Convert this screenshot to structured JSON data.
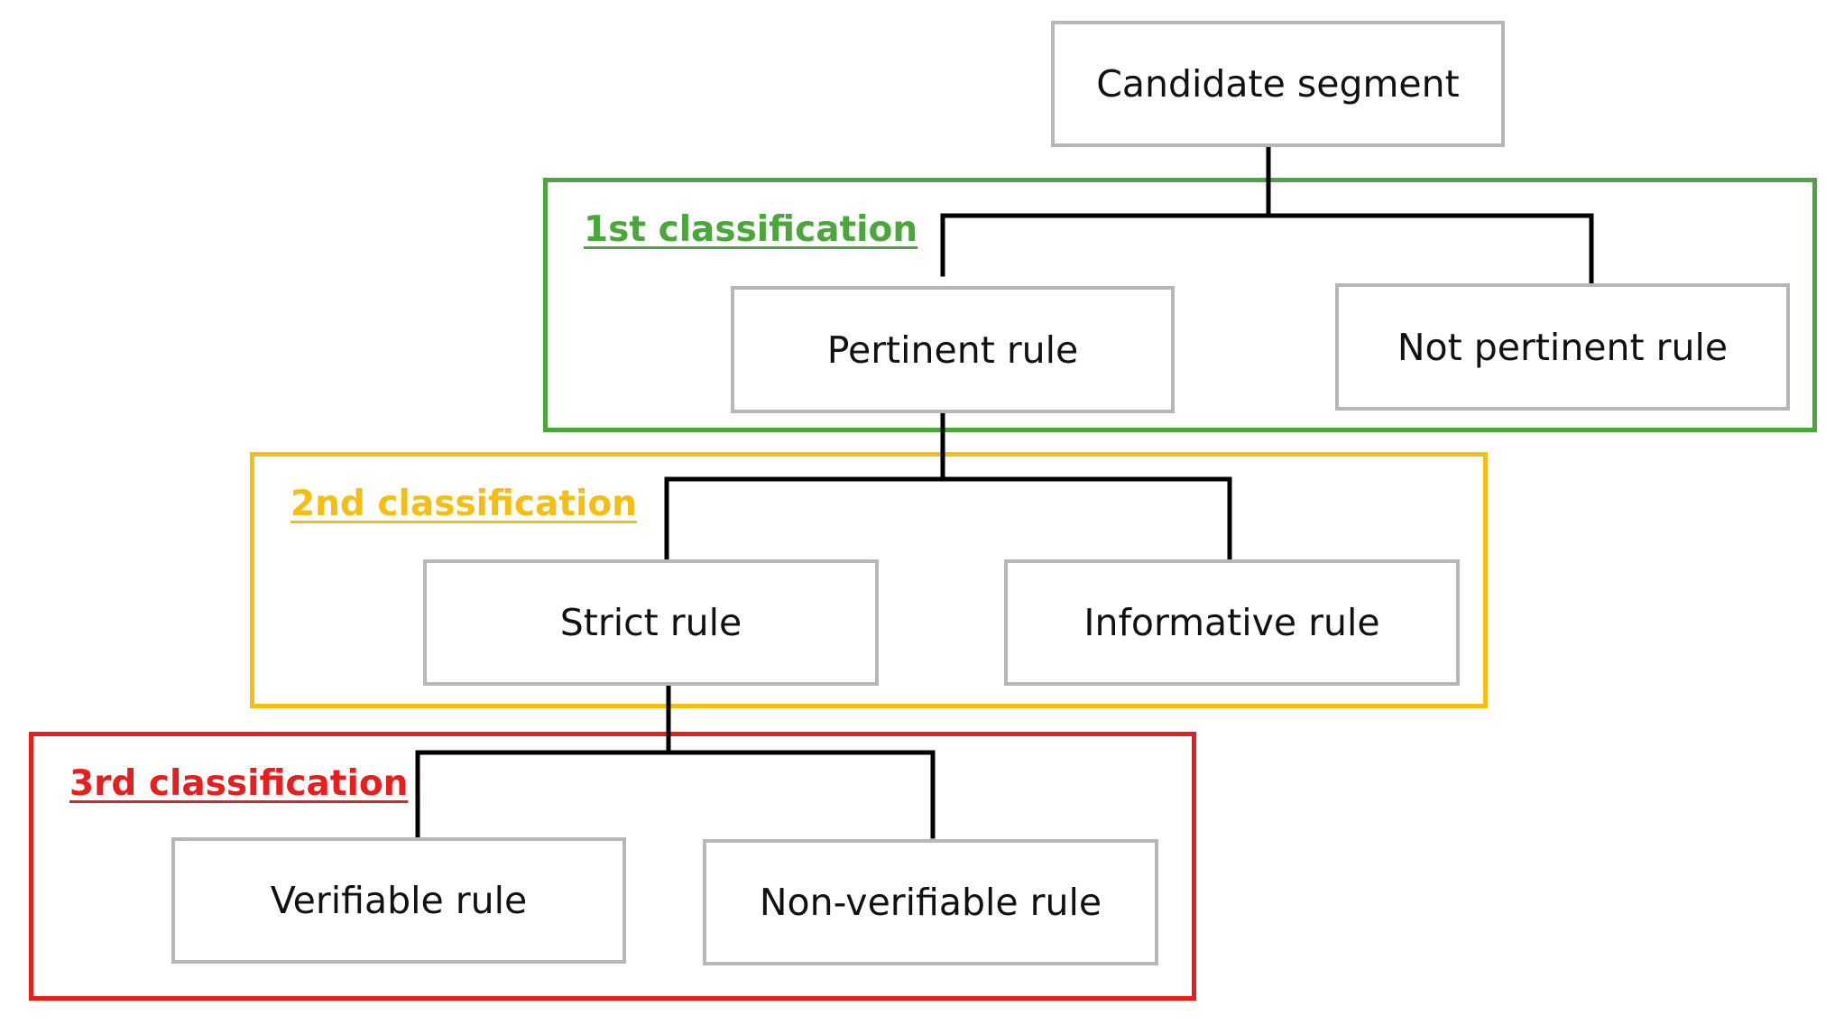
{
  "diagram": {
    "root": {
      "label": "Candidate segment"
    },
    "groups": [
      {
        "title": "1st classification",
        "color": "#4aa83a",
        "nodes": [
          {
            "label": "Pertinent rule"
          },
          {
            "label": "Not pertinent rule"
          }
        ]
      },
      {
        "title": "2nd classification",
        "color": "#f6be12",
        "nodes": [
          {
            "label": "Strict rule"
          },
          {
            "label": "Informative rule"
          }
        ]
      },
      {
        "title": "3rd classification",
        "color": "#e61e1e",
        "nodes": [
          {
            "label": "Verifiable rule"
          },
          {
            "label": "Non-verifiable rule"
          }
        ]
      }
    ],
    "connector_color": "#000000",
    "node_border_color": "#b9b6b6"
  }
}
